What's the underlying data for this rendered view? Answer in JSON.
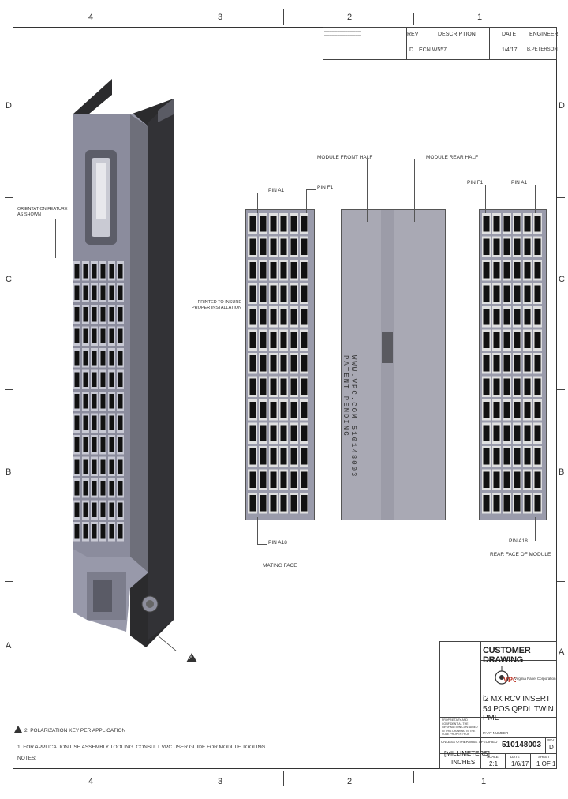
{
  "zones": {
    "top": [
      "4",
      "3",
      "2",
      "1"
    ],
    "bottom": [
      "4",
      "3",
      "2",
      "1"
    ],
    "left": [
      "D",
      "C",
      "B",
      "A"
    ],
    "right": [
      "D",
      "C",
      "B",
      "A"
    ]
  },
  "revision_table": {
    "headers": {
      "rev": "REV",
      "description": "DESCRIPTION",
      "date": "DATE",
      "engineer": "ENGINEER"
    },
    "rows": [
      {
        "rev": "D",
        "description": "ECN W557",
        "date": "1/4/17",
        "engineer": "B.PETERSON"
      }
    ]
  },
  "views": {
    "front_labels": {
      "pin_a1": "PIN A1",
      "pin_f1": "PIN F1",
      "pin_a18": "PIN A18",
      "face": "MATING FACE",
      "note": "PRINTED TO INSURE PROPER INSTALLATION"
    },
    "middle_labels": {
      "front": "MODULE FRONT HALF",
      "rear": "MODULE REAR HALF"
    },
    "rear_labels": {
      "pin_f1": "PIN F1",
      "pin_a1": "PIN A1",
      "pin_a18": "PIN A18",
      "face": "REAR FACE OF MODULE"
    },
    "iso_note": "ORIENTATION FEATURE AS SHOWN",
    "part_print": "WWW.VPC.COM  510148003  PATENT PENDING",
    "callout": "A"
  },
  "notes": {
    "note2": "2. POLARIZATION KEY PER APPLICATION",
    "note1": "1. FOR APPLICATION USE ASSEMBLY TOOLING. CONSULT VPC USER GUIDE FOR MODULE TOOLING",
    "heading": "NOTES:"
  },
  "title_block": {
    "customer_drawing": "CUSTOMER DRAWING",
    "company": "Virginia Panel Corporation",
    "title_line1": "i2 MX RCV INSERT",
    "title_line2": "54 POS QPDL TWIN PML",
    "part_number": "510148003",
    "rev": "D",
    "units_1": "[MILLIMETERS]",
    "units_2": "INCHES",
    "scale_label": "SCALE",
    "scale": "2:1",
    "date_label": "DATE",
    "date": "1/6/17",
    "sheet_label": "SHEET",
    "sheet": "1 OF 1",
    "rev_label": "REV",
    "part_label": "PART NUMBER",
    "tolerance": "UNLESS OTHERWISE SPECIFIED",
    "proprietary": "PROPRIETARY AND CONFIDENTIAL THE INFORMATION CONTAINED IN THIS DRAWING IS THE SOLE PROPERTY OF VIRGINIA PANEL CORPORATION"
  },
  "colors": {
    "body_dark": "#2b2b2d",
    "body_mid": "#6e6f7a",
    "body_light": "#9a9bab",
    "pin_slot": "#111111",
    "grid_light": "#e0e0e0"
  }
}
